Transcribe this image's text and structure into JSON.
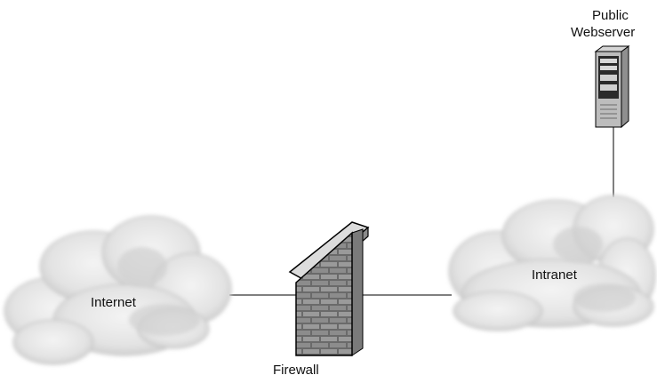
{
  "diagram": {
    "nodes": {
      "internet": {
        "label": "Internet",
        "icon": "cloud-icon"
      },
      "firewall": {
        "label": "Firewall",
        "icon": "brick-wall-icon"
      },
      "intranet": {
        "label": "Intranet",
        "icon": "cloud-icon"
      },
      "webserver": {
        "label_line1": "Public",
        "label_line2": "Webserver",
        "icon": "server-tower-icon"
      }
    },
    "connections": [
      {
        "from": "internet",
        "to": "firewall"
      },
      {
        "from": "firewall",
        "to": "intranet"
      },
      {
        "from": "intranet",
        "to": "webserver"
      }
    ],
    "colors": {
      "cloud_fill": "#e6e6e6",
      "cloud_shade": "#c9c9c9",
      "wall_mortar": "#6a6a6a",
      "wall_brick": "#9a9a9a",
      "wall_cap": "#d9d9d9",
      "server_body": "#bdbdbd",
      "line": "#000000"
    }
  }
}
